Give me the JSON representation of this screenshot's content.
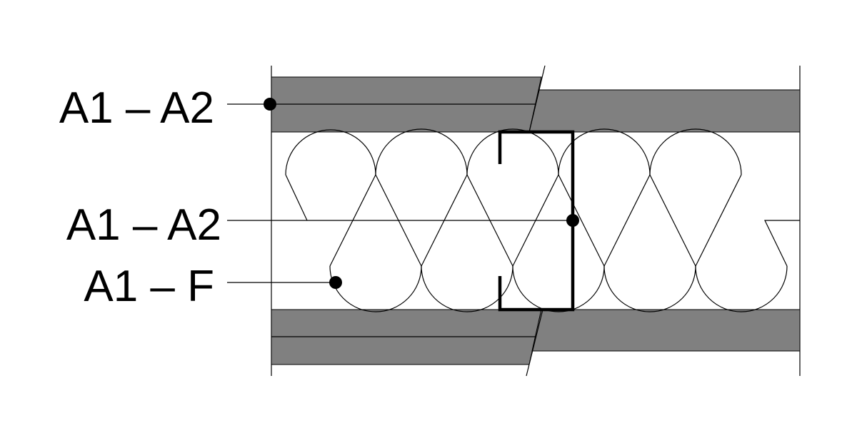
{
  "labels": {
    "boards": "A1 – A2",
    "profile": "A1 – A2",
    "insulation": "A1 – F"
  },
  "colors": {
    "board_fill": "#808080",
    "line": "#000000",
    "background": "#ffffff"
  }
}
